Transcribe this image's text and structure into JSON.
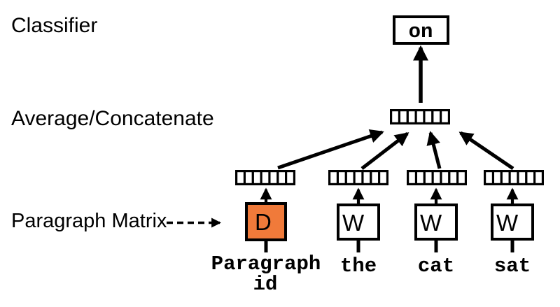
{
  "diagram": {
    "labels": {
      "classifier": "Classifier",
      "average_concatenate": "Average/Concatenate",
      "paragraph_matrix": "Paragraph Matrix"
    },
    "output_word": "on",
    "paragraph_unit": {
      "matrix_label": "D",
      "input_line1": "Paragraph",
      "input_line2": "id"
    },
    "word_units": [
      {
        "matrix_label": "W",
        "word": "the"
      },
      {
        "matrix_label": "W",
        "word": "cat"
      },
      {
        "matrix_label": "W",
        "word": "sat"
      }
    ],
    "vector_cells": 7,
    "colors": {
      "paragraph_matrix_fill": "#F07A3A",
      "stroke": "#000000",
      "background": "#FFFFFF"
    }
  }
}
